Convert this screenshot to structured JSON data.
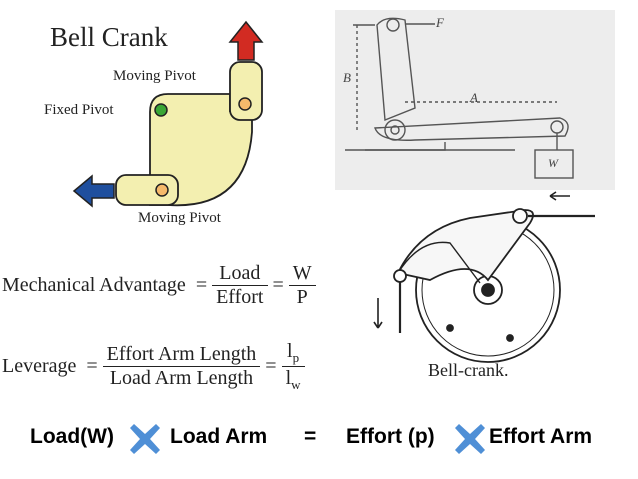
{
  "left_diagram": {
    "title": "Bell Crank",
    "labels": {
      "moving_pivot_top": "Moving Pivot",
      "fixed_pivot": "Fixed Pivot",
      "moving_pivot_bottom": "Moving Pivot"
    },
    "colors": {
      "body": "#f3efb0",
      "fixed_pivot": "#3aa635",
      "moving_pivot": "#f5b96b",
      "arrow_up": "#d22b22",
      "arrow_left": "#1f4f9e"
    }
  },
  "right_top_diagram": {
    "labels": {
      "f": "F",
      "b": "B",
      "a": "A",
      "w": "W"
    }
  },
  "right_bottom_diagram": {
    "caption": "Bell-crank."
  },
  "formulas": {
    "mechanical_advantage": {
      "label": "Mechanical Advantage",
      "num1": "Load",
      "den1": "Effort",
      "num2": "W",
      "den2": "P"
    },
    "leverage": {
      "label": "Leverage",
      "num1": "Effort Arm Length",
      "den1": "Load Arm Length",
      "num2": "l",
      "num2_sub": "p",
      "den2": "l",
      "den2_sub": "w"
    }
  },
  "bottom_equation": {
    "left": "Load(W)",
    "left_arm": "Load Arm",
    "equals": "=",
    "right": "Effort (p)",
    "right_arm": "Effort Arm",
    "cross_color": "#4f8fd6"
  }
}
